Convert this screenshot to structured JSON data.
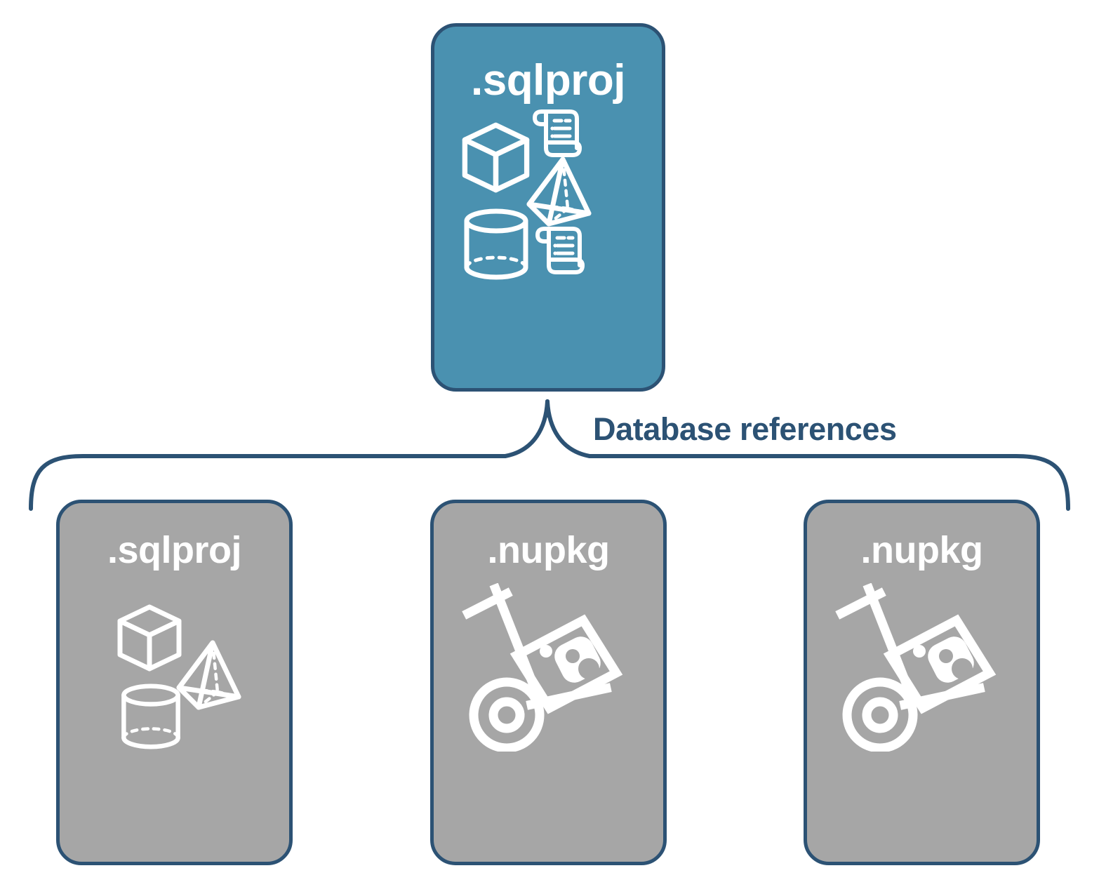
{
  "diagram": {
    "title_text": "Database references",
    "colors": {
      "root_fill": "#4a91b0",
      "reference_fill": "#a6a6a6",
      "border": "#2c5274",
      "label_text": "#2c5274",
      "icon_stroke": "#ffffff",
      "background": "#ffffff"
    },
    "root_node": {
      "label": ".sqlproj",
      "icons": [
        "cube-icon",
        "script-scroll-icon",
        "pyramid-icon",
        "cylinder-icon",
        "script-scroll-icon"
      ]
    },
    "connector": {
      "type": "curly-brace",
      "label": "Database references",
      "branches": 3
    },
    "reference_nodes": [
      {
        "label": ".sqlproj",
        "kind": "project-reference",
        "icons": [
          "cube-icon",
          "pyramid-icon",
          "cylinder-icon"
        ]
      },
      {
        "label": ".nupkg",
        "kind": "package-reference",
        "icons": [
          "hand-truck-package-icon"
        ]
      },
      {
        "label": ".nupkg",
        "kind": "package-reference",
        "icons": [
          "hand-truck-package-icon"
        ]
      }
    ]
  }
}
